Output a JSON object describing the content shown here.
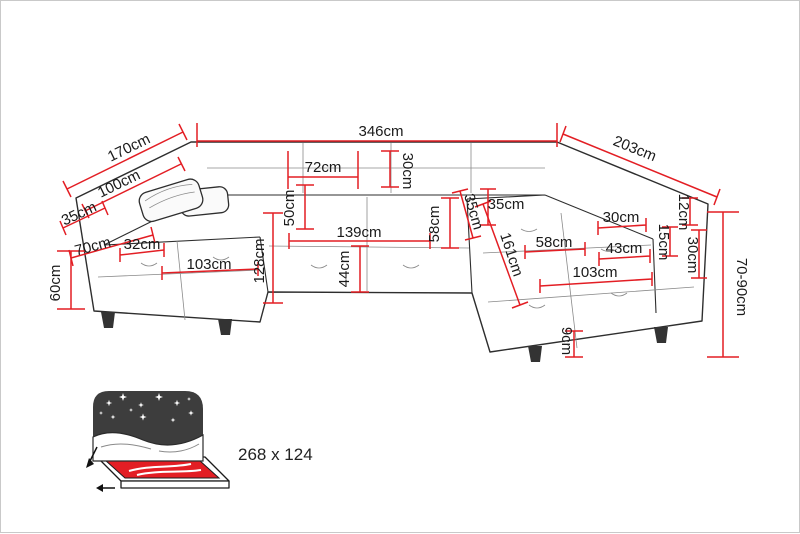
{
  "colors": {
    "dimension_line": "#e31e24",
    "drawing_line": "#2e2e2e",
    "label_text": "#1a1a1a",
    "mattress_fill": "#e31e24"
  },
  "dimensions": {
    "back_total": "346cm",
    "left_side": "170cm",
    "right_side": "203cm",
    "left_back_depth": "100cm",
    "left_armrest_width": "35cm",
    "left_seat_depth": "70cm",
    "seat_height": "60cm",
    "left_arm_front_width": "32cm",
    "left_chaise_width": "103cm",
    "left_chaise_length": "128cm",
    "back_cushion_width": "72cm",
    "back_cushion_height": "30cm",
    "backrest_depth": "50cm",
    "center_seat_width": "139cm",
    "center_seat_depth": "58cm",
    "front_seat_height": "44cm",
    "right_inner_arm_depth": "35cm",
    "right_back_cushion_width": "35cm",
    "right_chaise_length": "161cm",
    "right_seat_width": "58cm",
    "right_armrest_width": "43cm",
    "right_chaise_width": "103cm",
    "right_back_width": "30cm",
    "right_edge_top": "12cm",
    "right_edge_mid": "15cm",
    "right_edge_bottom": "30cm",
    "overall_height": "70-90cm",
    "leg_height": "9cm"
  },
  "sleeping_function": {
    "size_label": "268 x 124"
  }
}
